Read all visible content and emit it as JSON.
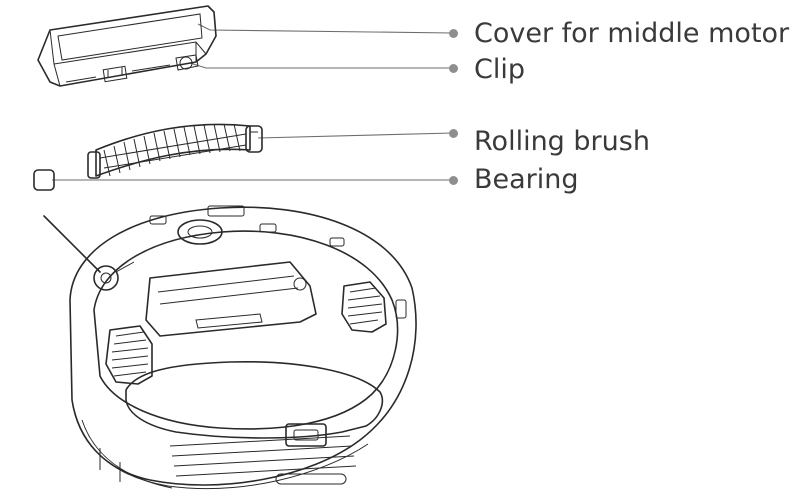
{
  "callouts": [
    {
      "id": "cover",
      "label": "Cover for middle motor"
    },
    {
      "id": "clip",
      "label": "Clip"
    },
    {
      "id": "brush",
      "label": "Rolling brush"
    },
    {
      "id": "bearing",
      "label": "Bearing"
    }
  ]
}
